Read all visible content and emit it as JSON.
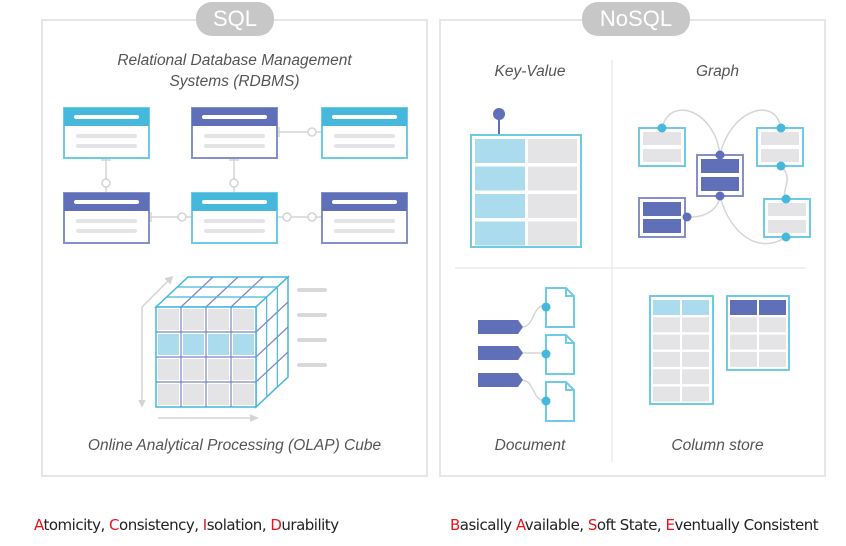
{
  "sql": {
    "badge": "SQL",
    "rdbms_title_line1": "Relational Database Management",
    "rdbms_title_line2": "Systems (RDBMS)",
    "olap_title": "Online Analytical Processing (OLAP) Cube"
  },
  "nosql": {
    "badge": "NoSQL",
    "quadrants": [
      {
        "label": "Key-Value"
      },
      {
        "label": "Graph"
      },
      {
        "label": "Document"
      },
      {
        "label": "Column store"
      }
    ]
  },
  "captions": {
    "acid": [
      {
        "initial": "A",
        "rest": "tomicity, "
      },
      {
        "initial": "C",
        "rest": "onsistency, "
      },
      {
        "initial": "I",
        "rest": "solation, "
      },
      {
        "initial": "D",
        "rest": "urability"
      }
    ],
    "base": [
      {
        "initial": "B",
        "rest": "asically "
      },
      {
        "initial": "A",
        "rest": "vailable, "
      },
      {
        "initial": "S",
        "rest": "oft State, "
      },
      {
        "initial": "E",
        "rest": "ventually Consistent"
      }
    ]
  },
  "colors": {
    "cyan": "#45b8dc",
    "indigo": "#5f6fb8",
    "light_blue": "#aadcee",
    "cell_gray": "#e4e4e6",
    "highlight_red": "#e8131c",
    "badge_gray": "#c7c7c7"
  }
}
